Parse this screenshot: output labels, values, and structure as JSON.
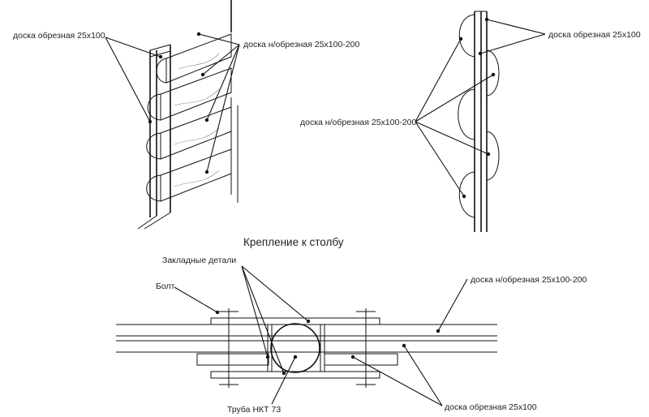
{
  "labels": {
    "left_edged": "доска обрезная 25х100",
    "left_unedged": "доска н/обрезная 25х100-200",
    "right_edged": "доска обрезная 25х100",
    "right_unedged": "доска н/обрезная 25х100-200",
    "section_title": "Крепление к столбу",
    "embedded": "Закладные детали",
    "bolt": "Болт",
    "pipe": "Труба НКТ 73",
    "bottom_unedged": "доска н/обрезная 25х100-200",
    "bottom_edged": "доска обрезная 25х100"
  },
  "colors": {
    "line": "#111111",
    "text": "#222222",
    "background": "#ffffff"
  }
}
